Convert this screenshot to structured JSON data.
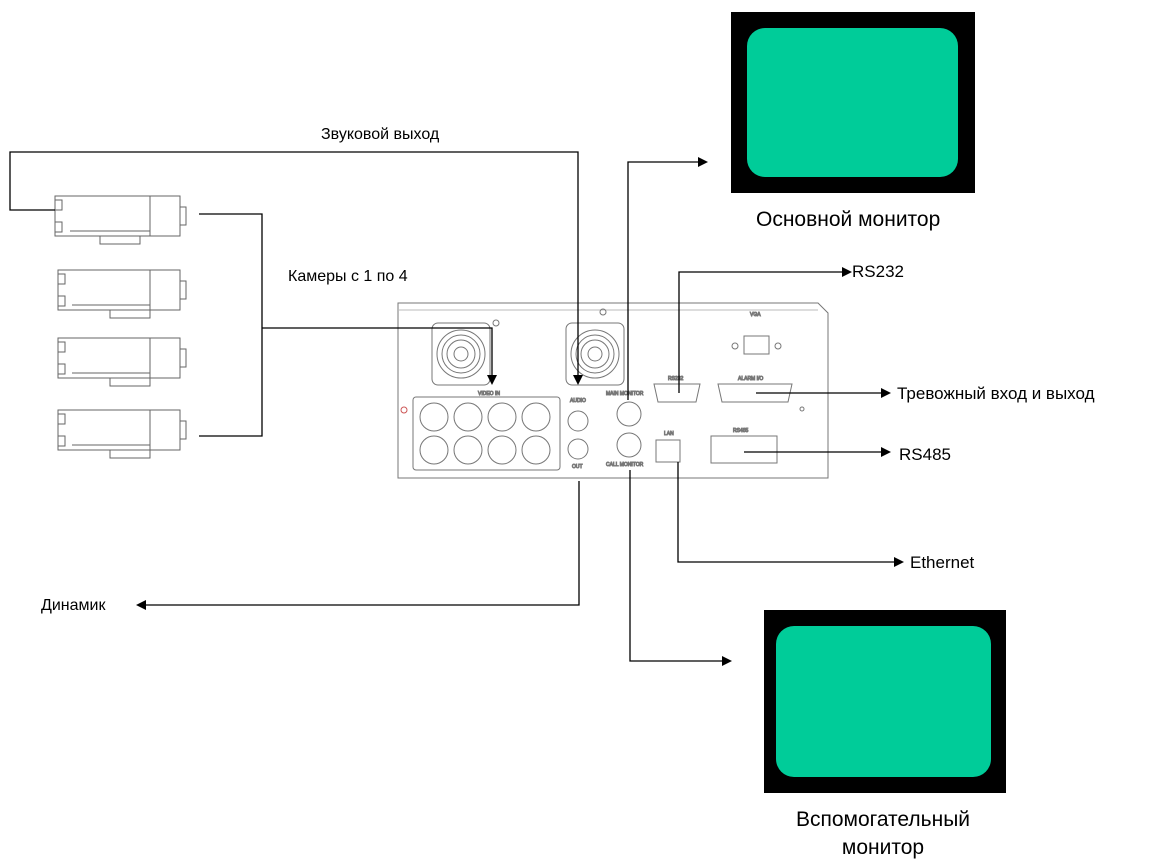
{
  "labels": {
    "audio_out": "Звуковой выход",
    "cameras": "Камеры с 1 по 4",
    "main_monitor": "Основной монитор",
    "rs232": "RS232",
    "alarm_io": "Тревожный вход и выход",
    "rs485": "RS485",
    "ethernet": "Ethernet",
    "speaker": "Динамик",
    "aux_monitor_line1": "Вспомогательный",
    "aux_monitor_line2": "монитор"
  },
  "colors": {
    "monitor_screen": "#00CC99",
    "monitor_bezel": "#000000",
    "line": "#000000"
  }
}
